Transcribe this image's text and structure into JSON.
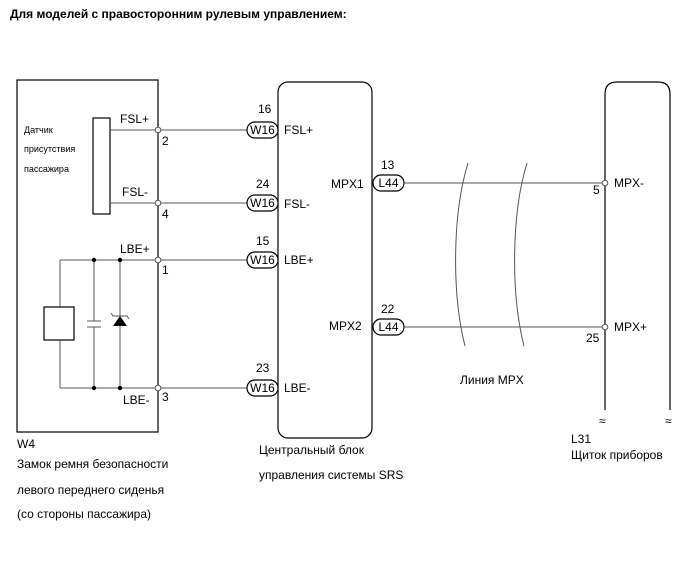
{
  "title": "Для моделей с правосторонним рулевым управлением:",
  "seatbelt": {
    "code": "W4",
    "name_lines": [
      "Замок ремня безопасности",
      "левого переднего сиденья",
      "(со стороны пассажира)"
    ],
    "sensor_lines": [
      "Датчик",
      "присутствия",
      "пассажира"
    ],
    "pins": [
      {
        "label": "FSL+",
        "pin": "2"
      },
      {
        "label": "FSL-",
        "pin": "4"
      },
      {
        "label": "LBE+",
        "pin": "1"
      },
      {
        "label": "LBE-",
        "pin": "3"
      }
    ]
  },
  "srs": {
    "name_lines": [
      "Центральный блок",
      "управления системы SRS"
    ],
    "connector": "W16",
    "connector_mpx": "L44",
    "pins": [
      {
        "num": "16",
        "label": "FSL+"
      },
      {
        "num": "24",
        "label": "FSL-"
      },
      {
        "num": "15",
        "label": "LBE+"
      },
      {
        "num": "23",
        "label": "LBE-"
      }
    ],
    "mpx_pins": [
      {
        "num": "13",
        "label": "MPX1"
      },
      {
        "num": "22",
        "label": "MPX2"
      }
    ]
  },
  "mpx_line_label": "Линия MPX",
  "meter": {
    "code": "L31",
    "name": "Щиток приборов",
    "pins": [
      {
        "num": "5",
        "label": "MPX-"
      },
      {
        "num": "25",
        "label": "MPX+"
      }
    ]
  },
  "colors": {
    "line": "#555555",
    "outline": "#000000"
  }
}
